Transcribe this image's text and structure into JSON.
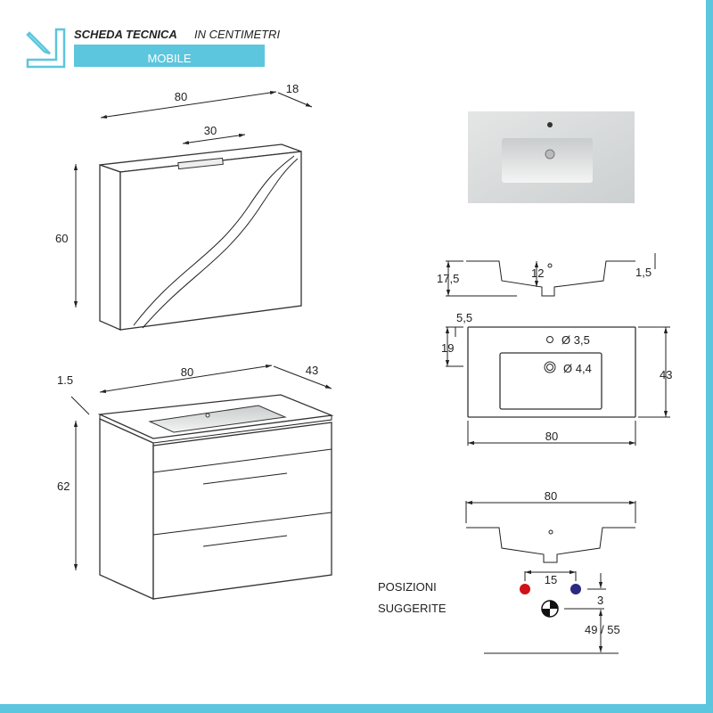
{
  "header": {
    "title": "SCHEDA TECNICA",
    "subtitle": "IN CENTIMETRI",
    "section": "MOBILE",
    "icon": "pencil-ruler-icon"
  },
  "colors": {
    "accent": "#5bc6dd",
    "hot": "#d0101a",
    "cold": "#2a2a80"
  },
  "mirror_cabinet": {
    "width": "80",
    "depth": "18",
    "light_width": "30",
    "height": "60"
  },
  "vanity": {
    "width": "80",
    "depth": "43",
    "top_thickness": "1.5",
    "height": "62"
  },
  "sink_section": {
    "height": "17,5",
    "basin_depth": "12",
    "rim": "1,5"
  },
  "sink_top": {
    "tap_offset": "5,5",
    "drain_offset": "19",
    "tap_hole": "Ø 3,5",
    "drain_hole": "Ø 4,4",
    "depth": "43",
    "width": "80"
  },
  "plumbing": {
    "sink_width": "80",
    "label_line1": "POSIZIONI",
    "label_line2": "SUGGERITE",
    "tap_spacing": "15",
    "vertical_gap": "3",
    "drain_height": "49 / 55"
  }
}
